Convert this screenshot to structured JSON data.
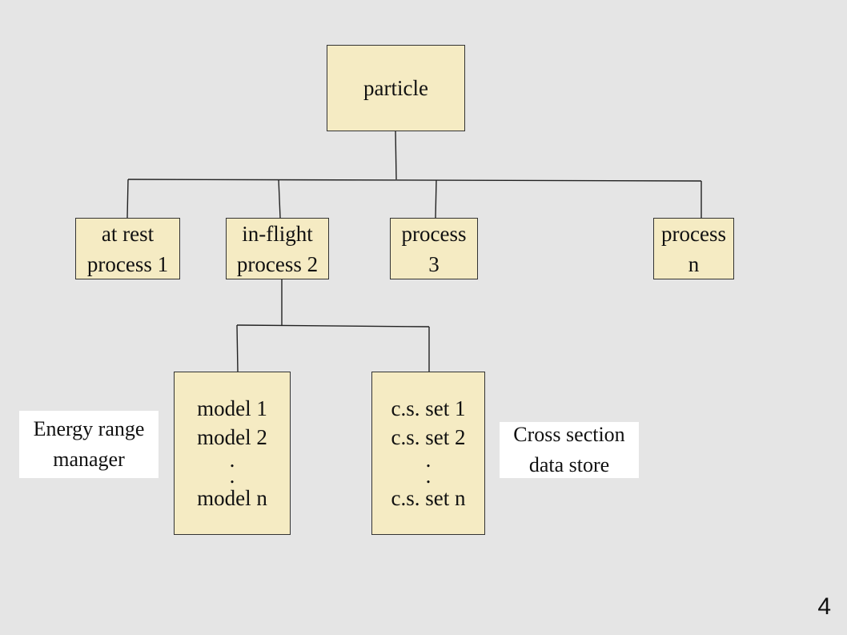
{
  "root": {
    "label": "particle"
  },
  "processes": [
    {
      "lines": [
        "at rest",
        "process 1"
      ]
    },
    {
      "lines": [
        "in-flight",
        "process 2"
      ]
    },
    {
      "lines": [
        "process",
        "3"
      ]
    },
    {
      "lines": [
        "process",
        "n"
      ]
    }
  ],
  "models_box": {
    "lines": [
      "model 1",
      "model 2",
      ".",
      ".",
      "model n"
    ]
  },
  "cross_sections_box": {
    "lines": [
      "c.s. set 1",
      "c.s. set 2",
      ".",
      ".",
      "c.s. set n"
    ]
  },
  "annotations": {
    "energy_range": [
      "Energy range",
      "manager"
    ],
    "cross_section": [
      "Cross section",
      "data store"
    ]
  },
  "page_number": "4"
}
